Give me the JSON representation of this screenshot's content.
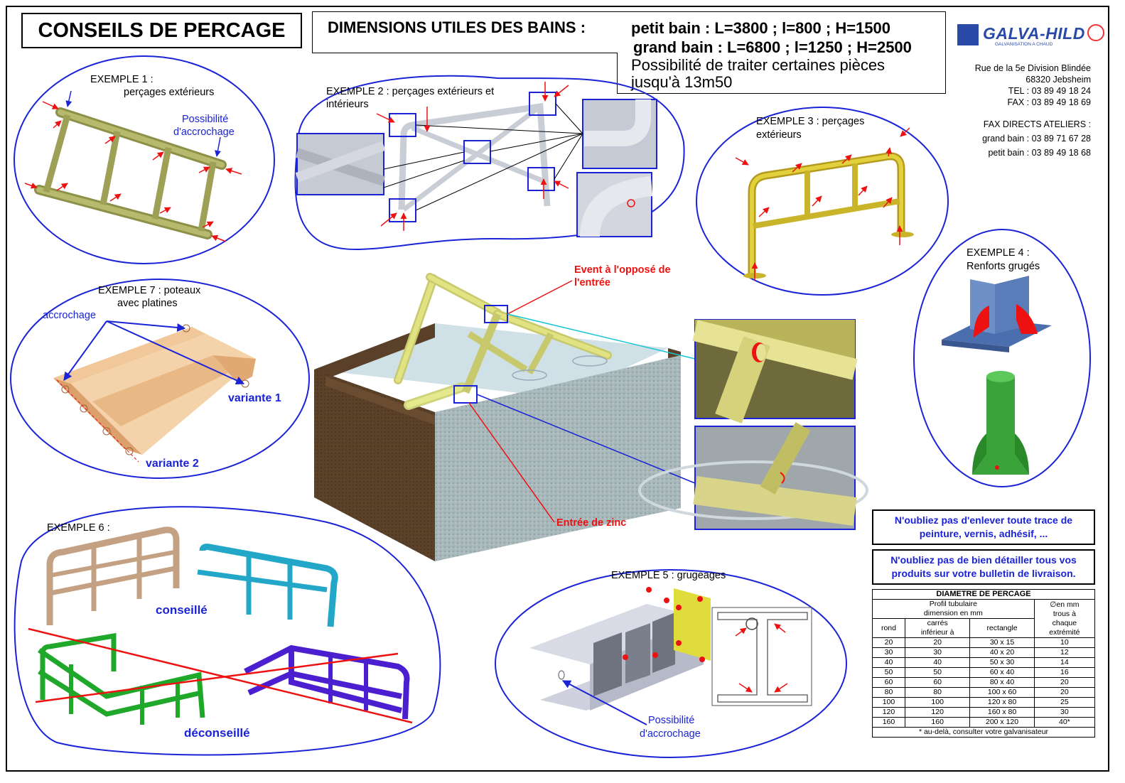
{
  "header": {
    "title": "CONSEILS DE PERCAGE",
    "dims_title": "DIMENSIONS UTILES DES BAINS :",
    "petit_bain": "petit bain : L=3800 ; l=800 ; H=1500",
    "grand_bain": "grand bain : L=6800 ; l=1250 ; H=2500",
    "possibilite_1": "Possibilité de traiter certaines pièces",
    "possibilite_2": "jusqu'à 13m50"
  },
  "company": {
    "logo": "GALVA-HILD",
    "logo_sub": "GALVANISATION A CHAUD",
    "address_1": "Rue de la 5e Division Blindée",
    "address_2": "68320 Jebsheim",
    "tel": "TEL : 03 89 49 18 24",
    "fax": "FAX : 03 89 49 18 69",
    "fax_directs": "FAX DIRECTS ATELIERS :",
    "grand_bain_fax": "grand bain : 03 89 71 67 28",
    "petit_bain_fax": "petit bain : 03 89 49 18 68"
  },
  "examples": {
    "ex1_title": "EXEMPLE 1 :",
    "ex1_sub": "perçages extérieurs",
    "ex1_hook_1": "Possibilité",
    "ex1_hook_2": "d'accrochage",
    "ex2_title_1": "EXEMPLE 2 : perçages extérieurs et",
    "ex2_title_2": "intérieurs",
    "ex3_title_1": "EXEMPLE 3 : perçages",
    "ex3_title_2": "extérieurs",
    "ex4_title_1": "EXEMPLE 4 :",
    "ex4_title_2": "Renforts grugés",
    "ex5_title": "EXEMPLE 5 : grugeages",
    "ex5_hook_1": "Possibilité",
    "ex5_hook_2": "d'accrochage",
    "ex6_title": "EXEMPLE 6 :",
    "ex6_good": "conseillé",
    "ex6_bad": "déconseillé",
    "ex7_title_1": "EXEMPLE 7 : poteaux",
    "ex7_title_2": "avec platines",
    "ex7_hook": "accrochage",
    "ex7_var1": "variante 1",
    "ex7_var2": "variante 2"
  },
  "center": {
    "event_1": "Event à l'opposé de",
    "event_2": "l'entrée",
    "entree": "Entrée de zinc"
  },
  "notes": {
    "note1_1": "N'oubliez pas d'enlever toute trace de",
    "note1_2": "peinture, vernis, adhésif, ...",
    "note2_1": "N'oubliez pas de bien détailler tous vos",
    "note2_2": "produits sur votre bulletin de livraison."
  },
  "table": {
    "title": "DIAMETRE DE PERCAGE",
    "profil_1": "Profil tubulaire",
    "profil_2": "dimension en mm",
    "diam_1": "∅en mm",
    "diam_2": "trous à",
    "diam_3": "chaque",
    "diam_4": "extrémité",
    "col_rond": "rond",
    "col_carres_1": "carrés",
    "col_carres_2": "inférieur à",
    "col_rect": "rectangle",
    "rows": [
      [
        "20",
        "20",
        "30 x 15",
        "10"
      ],
      [
        "30",
        "30",
        "40 x 20",
        "12"
      ],
      [
        "40",
        "40",
        "50 x 30",
        "14"
      ],
      [
        "50",
        "50",
        "60 x 40",
        "16"
      ],
      [
        "60",
        "60",
        "80 x 40",
        "20"
      ],
      [
        "80",
        "80",
        "100 x 60",
        "20"
      ],
      [
        "100",
        "100",
        "120 x 80",
        "25"
      ],
      [
        "120",
        "120",
        "160 x 80",
        "30"
      ],
      [
        "160",
        "160",
        "200 x 120",
        "40*"
      ]
    ],
    "footnote": "* au-delà, consulter votre galvanisateur"
  },
  "colors": {
    "blue_outline": "#1a23d6",
    "red_arrow": "#e11111",
    "olive_tube": "#a9ad5e",
    "yellow_tube": "#d9c832",
    "concrete": "#9fb1b4",
    "earth": "#5a4028"
  }
}
